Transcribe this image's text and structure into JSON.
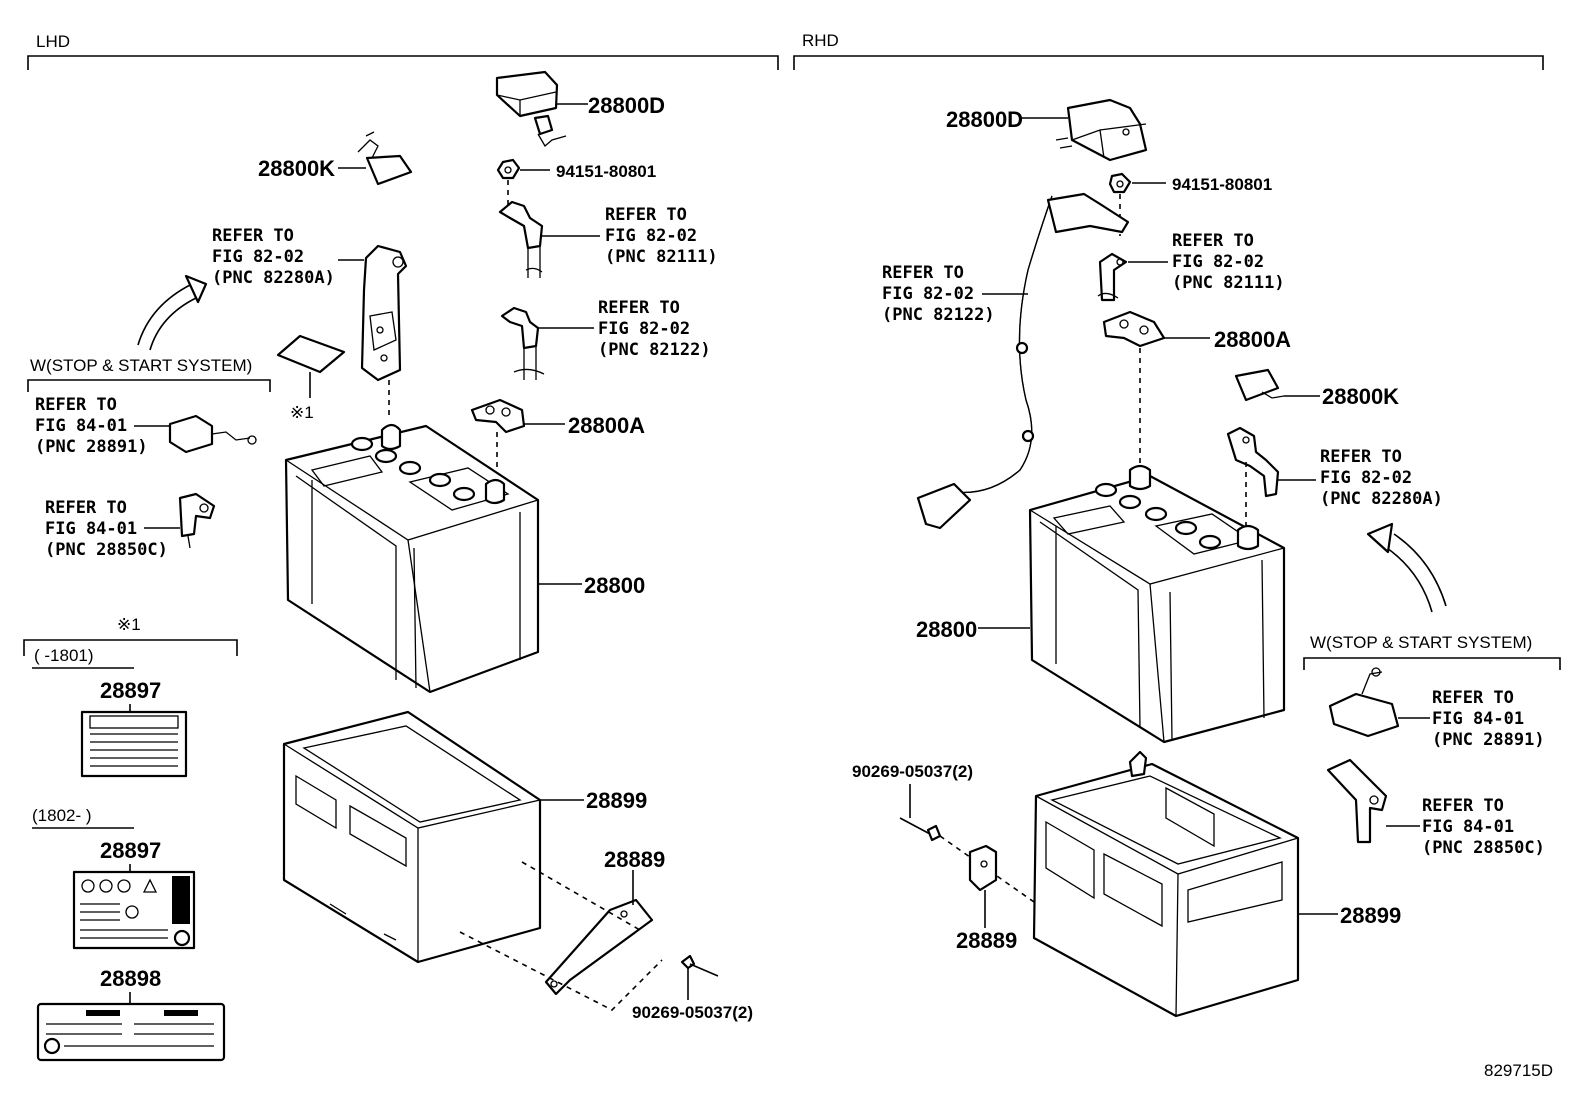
{
  "sections": {
    "left": {
      "title": "LHD"
    },
    "right": {
      "title": "RHD"
    }
  },
  "left": {
    "p28800D": "28800D",
    "p28800K": "28800K",
    "nut": "94151-80801",
    "ref82111": [
      "REFER TO",
      "FIG 82-02",
      "(PNC 82111)"
    ],
    "ref82122": [
      "REFER TO",
      "FIG 82-02",
      "(PNC 82122)"
    ],
    "ref82280A": [
      "REFER TO",
      "FIG 82-02",
      "(PNC 82280A)"
    ],
    "p28800A": "28800A",
    "stopstart": "W(STOP & START SYSTEM)",
    "ref28891": [
      "REFER TO",
      "FIG 84-01",
      "(PNC 28891)"
    ],
    "ref28850C": [
      "REFER TO",
      "FIG 84-01",
      "(PNC 28850C)"
    ],
    "note_mark": "※1",
    "p28800": "28800",
    "p28899": "28899",
    "p28889": "28889",
    "bolt": "90269-05037(2)"
  },
  "labels_box": {
    "note_mark": "※1",
    "period1": "(     -1801)",
    "period2": "(1802-      )",
    "p28897_a": "28897",
    "p28897_b": "28897",
    "p28898": "28898"
  },
  "right": {
    "p28800D": "28800D",
    "nut": "94151-80801",
    "ref82122": [
      "REFER TO",
      "FIG 82-02",
      "(PNC 82122)"
    ],
    "ref82111": [
      "REFER TO",
      "FIG 82-02",
      "(PNC 82111)"
    ],
    "p28800A": "28800A",
    "p28800K": "28800K",
    "ref82280A": [
      "REFER TO",
      "FIG 82-02",
      "(PNC 82280A)"
    ],
    "p28800": "28800",
    "stopstart": "W(STOP & START SYSTEM)",
    "ref28891": [
      "REFER TO",
      "FIG 84-01",
      "(PNC 28891)"
    ],
    "ref28850C": [
      "REFER TO",
      "FIG 84-01",
      "(PNC 28850C)"
    ],
    "bolt": "90269-05037(2)",
    "p28889": "28889",
    "p28899": "28899"
  },
  "figure_id": "829715D"
}
